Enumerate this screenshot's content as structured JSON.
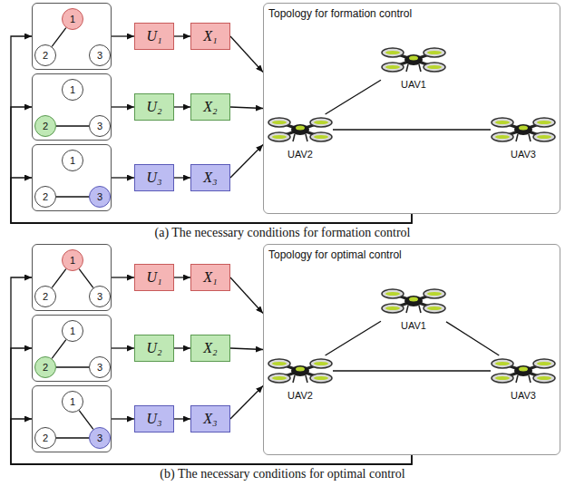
{
  "diagram": {
    "nodes": [
      {
        "text": []
      },
      {
        "text": [
          "1"
        ],
        "in": 0
      },
      {
        "text": [
          "2"
        ],
        "in": 0
      },
      {
        "text": [
          "3"
        ],
        "in": 0
      },
      {
        "text": [
          "U₁"
        ]
      },
      {
        "text": [
          "X₁"
        ]
      },
      {
        "text": []
      },
      {
        "text": [
          "1"
        ],
        "in": 6
      },
      {
        "text": [
          "2"
        ],
        "in": 6
      },
      {
        "text": [
          "3"
        ],
        "in": 6
      },
      {
        "text": [
          "U₂"
        ]
      },
      {
        "text": [
          "X₂"
        ]
      },
      {
        "text": []
      },
      {
        "text": [
          "1"
        ],
        "in": 12
      },
      {
        "text": [
          "2"
        ],
        "in": 12
      },
      {
        "text": [
          "3"
        ],
        "in": 12
      },
      {
        "text": [
          "U₃"
        ]
      },
      {
        "text": [
          "X₃"
        ]
      },
      {
        "text": [
          "Topology for formation control"
        ]
      },
      {
        "text": [
          "UAV1"
        ],
        "in": 18
      },
      {
        "text": [
          "UAV2"
        ],
        "in": 18
      },
      {
        "text": [
          "UAV3"
        ],
        "in": 18
      },
      {
        "text": []
      },
      {
        "text": [
          "1"
        ],
        "in": 22
      },
      {
        "text": [
          "2"
        ],
        "in": 22
      },
      {
        "text": [
          "3"
        ],
        "in": 22
      },
      {
        "text": [
          "U₁"
        ]
      },
      {
        "text": [
          "X₁"
        ]
      },
      {
        "text": []
      },
      {
        "text": [
          "1"
        ],
        "in": 28
      },
      {
        "text": [
          "2"
        ],
        "in": 28
      },
      {
        "text": [
          "3"
        ],
        "in": 28
      },
      {
        "text": [
          "U₂"
        ]
      },
      {
        "text": [
          "X₂"
        ]
      },
      {
        "text": []
      },
      {
        "text": [
          "1"
        ],
        "in": 34
      },
      {
        "text": [
          "2"
        ],
        "in": 34
      },
      {
        "text": [
          "3"
        ],
        "in": 34
      },
      {
        "text": [
          "U₃"
        ]
      },
      {
        "text": [
          "X₃"
        ]
      },
      {
        "text": [
          "Topology for optimal control"
        ]
      },
      {
        "text": [
          "UAV1"
        ],
        "in": 40
      },
      {
        "text": [
          "UAV2"
        ],
        "in": 40
      },
      {
        "text": [
          "UAV3"
        ],
        "in": 40
      }
    ],
    "edges": [
      {
        "from": 1,
        "to": 2,
        "arrow": "none"
      },
      {
        "from": 8,
        "to": 9,
        "arrow": "none"
      },
      {
        "from": 14,
        "to": 15,
        "arrow": "none"
      },
      {
        "from": 0,
        "to": 4,
        "arrow": "to"
      },
      {
        "from": 4,
        "to": 5,
        "arrow": "to"
      },
      {
        "from": 5,
        "to": 18,
        "arrow": "to"
      },
      {
        "from": 6,
        "to": 10,
        "arrow": "to"
      },
      {
        "from": 10,
        "to": 11,
        "arrow": "to"
      },
      {
        "from": 11,
        "to": 18,
        "arrow": "to"
      },
      {
        "from": 12,
        "to": 16,
        "arrow": "to"
      },
      {
        "from": 16,
        "to": 17,
        "arrow": "to"
      },
      {
        "from": 17,
        "to": 18,
        "arrow": "to"
      },
      {
        "from": 18,
        "to": 0,
        "arrow": "to"
      },
      {
        "from": 18,
        "to": 6,
        "arrow": "to"
      },
      {
        "from": 18,
        "to": 12,
        "arrow": "to"
      },
      {
        "from": 19,
        "to": 20,
        "arrow": "none"
      },
      {
        "from": 20,
        "to": 21,
        "arrow": "none"
      },
      {
        "from": 23,
        "to": 24,
        "arrow": "none"
      },
      {
        "from": 23,
        "to": 25,
        "arrow": "none"
      },
      {
        "from": 29,
        "to": 30,
        "arrow": "none"
      },
      {
        "from": 30,
        "to": 31,
        "arrow": "none"
      },
      {
        "from": 35,
        "to": 37,
        "arrow": "none"
      },
      {
        "from": 36,
        "to": 37,
        "arrow": "none"
      },
      {
        "from": 22,
        "to": 26,
        "arrow": "to"
      },
      {
        "from": 26,
        "to": 27,
        "arrow": "to"
      },
      {
        "from": 27,
        "to": 40,
        "arrow": "to"
      },
      {
        "from": 28,
        "to": 32,
        "arrow": "to"
      },
      {
        "from": 32,
        "to": 33,
        "arrow": "to"
      },
      {
        "from": 33,
        "to": 40,
        "arrow": "to"
      },
      {
        "from": 34,
        "to": 38,
        "arrow": "to"
      },
      {
        "from": 38,
        "to": 39,
        "arrow": "to"
      },
      {
        "from": 39,
        "to": 40,
        "arrow": "to"
      },
      {
        "from": 40,
        "to": 22,
        "arrow": "to"
      },
      {
        "from": 40,
        "to": 28,
        "arrow": "to"
      },
      {
        "from": 40,
        "to": 34,
        "arrow": "to"
      },
      {
        "from": 41,
        "to": 42,
        "arrow": "none"
      },
      {
        "from": 41,
        "to": 43,
        "arrow": "none"
      },
      {
        "from": 42,
        "to": 43,
        "arrow": "none"
      }
    ],
    "labels": [
      "(a) The necessary conditions for formation control",
      "(b) The necessary conditions for optimal control"
    ]
  }
}
